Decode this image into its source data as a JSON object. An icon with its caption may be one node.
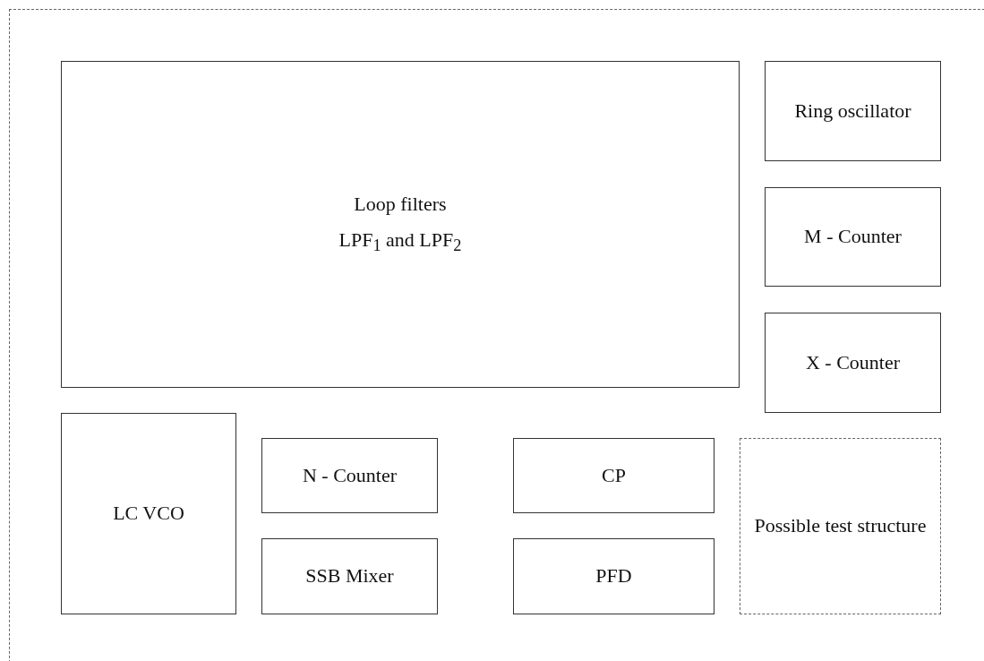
{
  "diagram": {
    "nodes": [
      {
        "text": [],
        "shape": "box"
      },
      {
        "text": [
          "Loop filters",
          "LPF$_{1}$ and LPF$_{2}$"
        ],
        "in": 0
      },
      {
        "text": [
          "Ring oscillator"
        ],
        "in": 0
      },
      {
        "text": [
          "M - Counter"
        ],
        "in": 0
      },
      {
        "text": [
          "X - Counter"
        ],
        "in": 0
      },
      {
        "text": [
          "LC VCO"
        ],
        "in": 0
      },
      {
        "text": [
          "N - Counter"
        ],
        "in": 0
      },
      {
        "text": [
          "CP"
        ],
        "in": 0
      },
      {
        "text": [
          "Possible test structure"
        ],
        "in": 0
      },
      {
        "text": [
          "SSB Mixer"
        ],
        "in": 0
      },
      {
        "text": [
          "PFD"
        ],
        "in": 0
      }
    ]
  }
}
